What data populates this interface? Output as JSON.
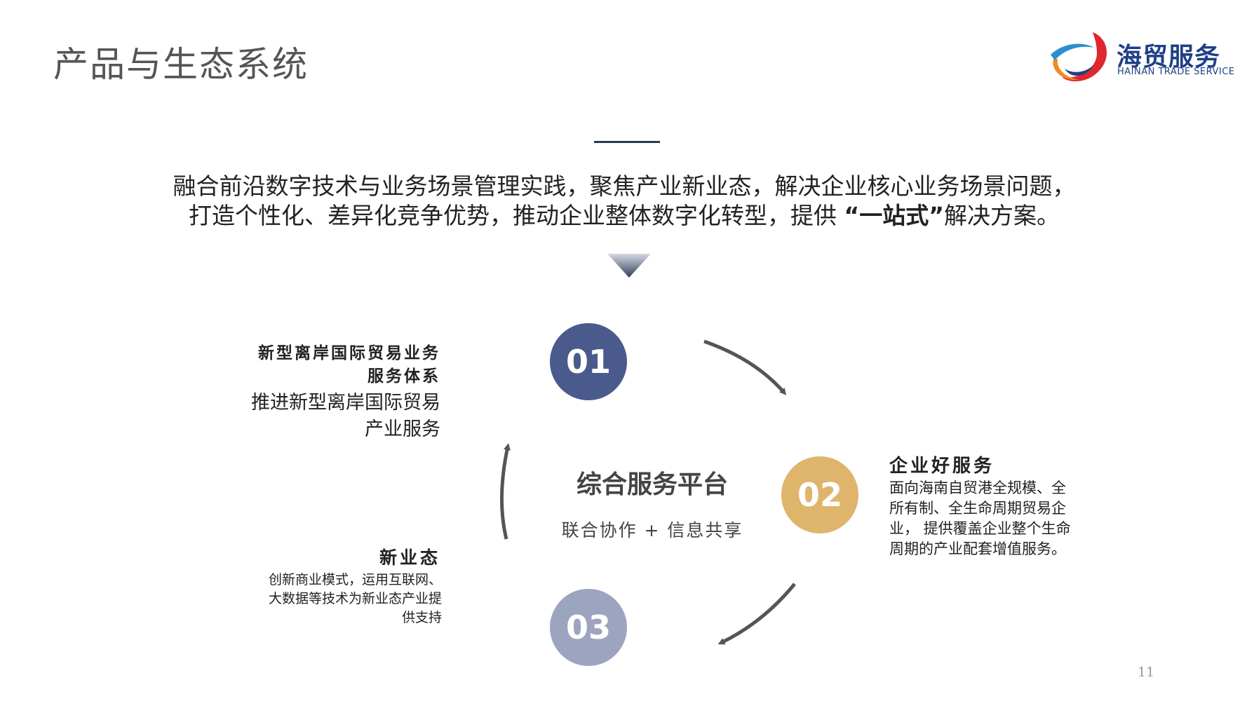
{
  "header": {
    "title": "产品与生态系统"
  },
  "logo": {
    "name_cn": "海贸服务",
    "name_en": "HAINAN TRADE SERVICE",
    "icon": "swoosh-logo-icon",
    "colors": {
      "blue": "#1f3f86",
      "red": "#e0262e",
      "orange": "#f08a22",
      "teal": "#2a8fd0"
    }
  },
  "intro": {
    "line1": "融合前沿数字技术与业务场景管理实践，聚焦产业新业态，解决企业核心业务场景问题，",
    "line2_before": "打造个性化、差异化竞争优势，推动企业整体数字化转型，提供 ",
    "line2_emph": "“一站式”",
    "line2_after": "解决方案。"
  },
  "center": {
    "title": "综合服务平台",
    "subtitle": "联合协作  + 信息共享"
  },
  "steps": [
    {
      "number": "01",
      "title_line1": "新型离岸国际贸易业务",
      "title_line2": "服务体系",
      "desc_line1": "推进新型离岸国际贸易",
      "desc_line2": "产业服务",
      "color": "#4a5a8c"
    },
    {
      "number": "02",
      "title": "企业好服务",
      "desc_line1": "面向海南自贸港全规模、全",
      "desc_line2": "所有制、全生命周期贸易企",
      "desc_line3": "业， 提供覆盖企业整个生命",
      "desc_line4": "周期的产业配套增值服务。",
      "color": "#dfb56c"
    },
    {
      "number": "03",
      "title": "新业态",
      "desc_line1": "创新商业模式，运用互联网、",
      "desc_line2": "大数据等技术为新业态产业提",
      "desc_line3": "供支持",
      "color": "#9da4bf"
    }
  ],
  "footer": {
    "page_number": "11"
  }
}
